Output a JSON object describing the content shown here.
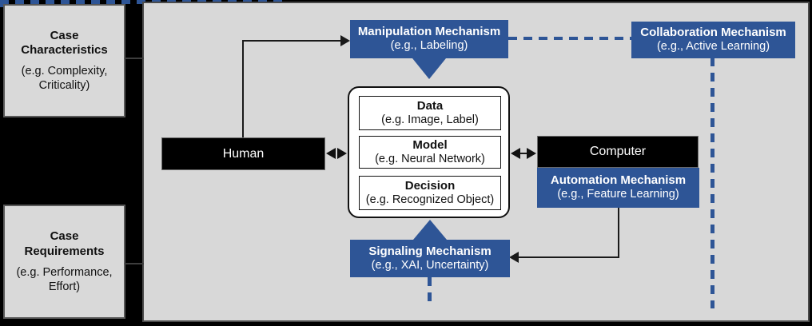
{
  "colors": {
    "accent_blue": "#2e5596",
    "panel_background": "#d8d8d8",
    "side_box_background": "#d9d9d9",
    "entity_box_background": "#000000"
  },
  "left_panel": {
    "case_characteristics": {
      "title": "Case Characteristics",
      "subtitle": "(e.g. Complexity, Criticality)"
    },
    "case_requirements": {
      "title": "Case Requirements",
      "subtitle": "(e.g. Performance, Effort)"
    }
  },
  "diagram": {
    "manipulation": {
      "title": "Manipulation Mechanism",
      "subtitle": "(e.g., Labeling)"
    },
    "collaboration": {
      "title": "Collaboration Mechanism",
      "subtitle": "(e.g., Active Learning)"
    },
    "automation": {
      "title": "Automation Mechanism",
      "subtitle": "(e.g., Feature Learning)"
    },
    "signaling": {
      "title": "Signaling Mechanism",
      "subtitle": "(e.g., XAI, Uncertainty)"
    },
    "human_label": "Human",
    "computer_label": "Computer",
    "center_stack": [
      {
        "title": "Data",
        "subtitle": "(e.g. Image, Label)"
      },
      {
        "title": "Model",
        "subtitle": "(e.g. Neural Network)"
      },
      {
        "title": "Decision",
        "subtitle": "(e.g. Recognized Object)"
      }
    ]
  }
}
